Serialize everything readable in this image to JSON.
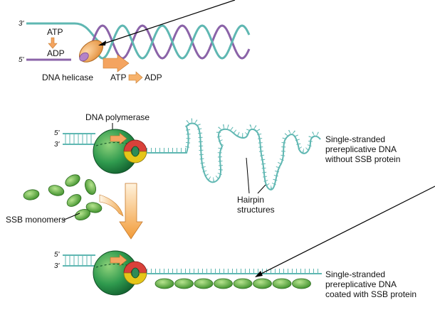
{
  "helicase_panel": {
    "top_strand_end": "3'",
    "bottom_strand_end": "5'",
    "atp": "ATP",
    "adp": "ADP",
    "helicase_label": "DNA helicase",
    "hydrolysis_atp": "ATP",
    "hydrolysis_adp": "ADP"
  },
  "polymerase_panel": {
    "polymerase_label": "DNA polymerase",
    "end_5": "5'",
    "end_3": "3'",
    "ssdna_label_line1": "Single-stranded",
    "ssdna_label_line2": "prereplicative DNA",
    "ssdna_label_line3": "without SSB protein",
    "hairpin_label_line1": "Hairpin",
    "hairpin_label_line2": "structures",
    "ssb_label": "SSB monomers"
  },
  "coated_panel": {
    "end_5": "5'",
    "end_3": "3'",
    "label_line1": "Single-stranded",
    "label_line2": "prereplicative DNA",
    "label_line3": "coated with SSB protein"
  },
  "colors": {
    "strand_teal": "#5fb7b2",
    "strand_purple": "#8b63a8",
    "helicase_orange": "#f4a460",
    "polymerase_green": "#2e8b57",
    "red_subunit": "#d9413a",
    "yellow_subunit": "#e6c619",
    "ssb_green": "#6fb845"
  }
}
